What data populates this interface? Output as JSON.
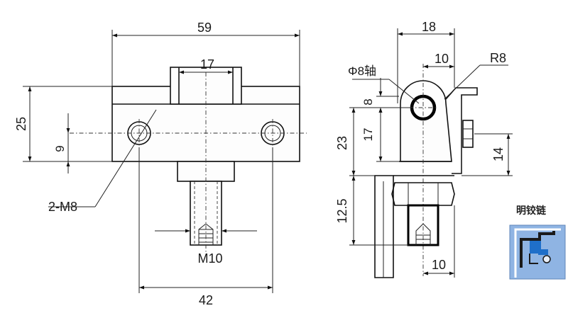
{
  "front_view": {
    "dims": {
      "overall_width": "59",
      "center_width": "17",
      "height": "25",
      "hole_offset": "9",
      "hole_spacing": "42",
      "bolt_label": "2-M8",
      "thread_label": "M10"
    }
  },
  "side_view": {
    "dims": {
      "top_width": "18",
      "pin_offset": "10",
      "radius": "R8",
      "shaft": "Φ8轴",
      "pin_height": "8",
      "upper_height": "17",
      "total_height": "23",
      "bracket_height": "14",
      "nut_height": "12.5",
      "bottom_offset": "10"
    }
  },
  "badge": {
    "title": "明铰链",
    "colors": {
      "panel": "#8fb4e3",
      "part": "#1f6fc9",
      "frame": "#1a1a1a"
    }
  }
}
